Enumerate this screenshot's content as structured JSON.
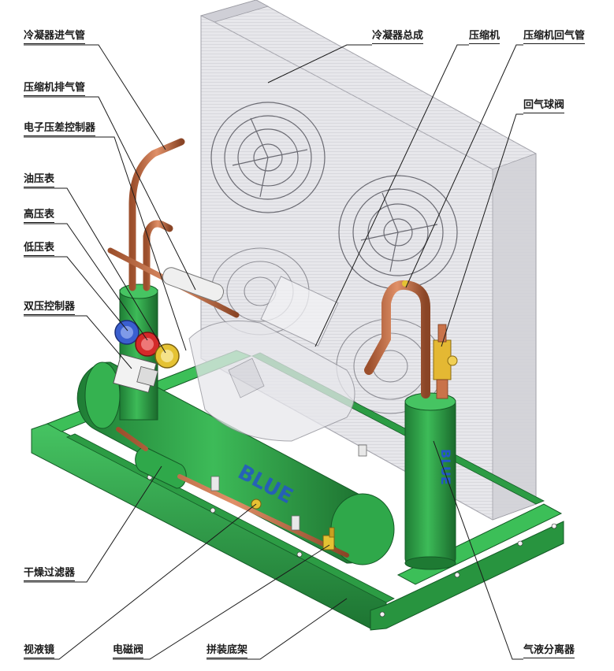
{
  "labels": {
    "condenser_inlet_pipe": "冷凝器进气管",
    "compressor_discharge_pipe": "压缩机排气管",
    "electronic_pressure_diff_controller": "电子压差控制器",
    "oil_pressure_gauge": "油压表",
    "high_pressure_gauge": "高压表",
    "low_pressure_gauge": "低压表",
    "dual_pressure_controller": "双压控制器",
    "filter_dryer": "干燥过滤器",
    "sight_glass": "视液镜",
    "solenoid_valve": "电磁阀",
    "assembled_base_frame": "拼装底架",
    "condenser_assembly": "冷凝器总成",
    "compressor": "压缩机",
    "compressor_suction_pipe": "压缩机回气管",
    "suction_ball_valve": "回气球阀",
    "gas_liquid_separator": "气液分离器"
  },
  "brand_text": "BLUE",
  "colors": {
    "frame_green": "#2fa84a",
    "frame_dark": "#1e7a33",
    "copper": "#c9734a",
    "gauge_blue": "#3a5fcf",
    "gauge_red": "#d42a2a",
    "gauge_yellow": "#e5c233",
    "condenser_gray": "#d8d8dc"
  }
}
